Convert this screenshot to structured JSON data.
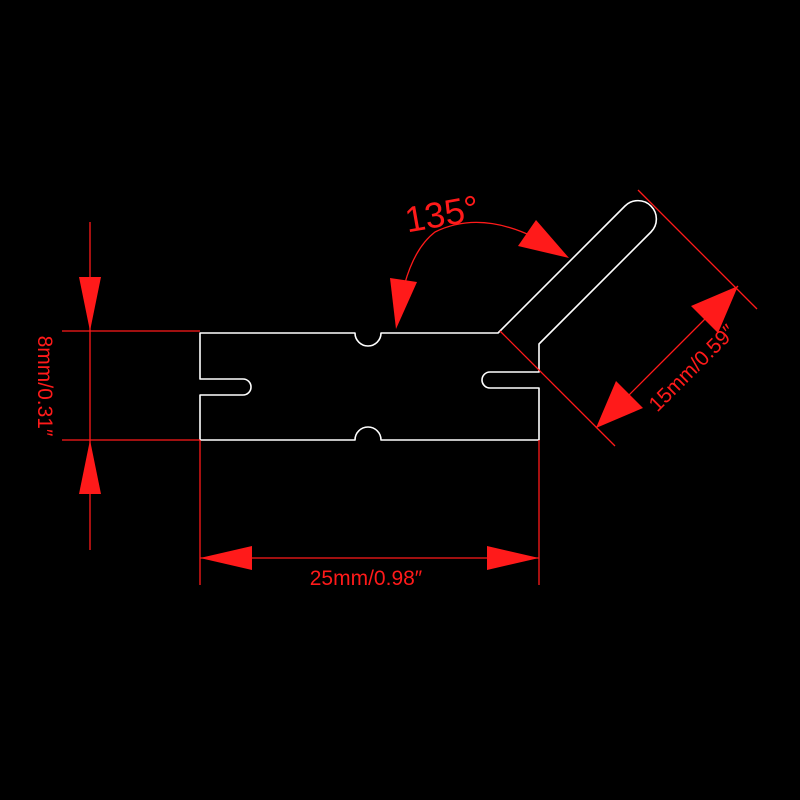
{
  "drawing": {
    "dimensions": {
      "length": "25mm/0.98″",
      "height": "8mm/0.31″",
      "arm_length": "15mm/0.59″",
      "angle": "135°"
    },
    "colors": {
      "background": "#000000",
      "part_outline": "#ffffff",
      "dimension": "#ff1a1a"
    }
  }
}
